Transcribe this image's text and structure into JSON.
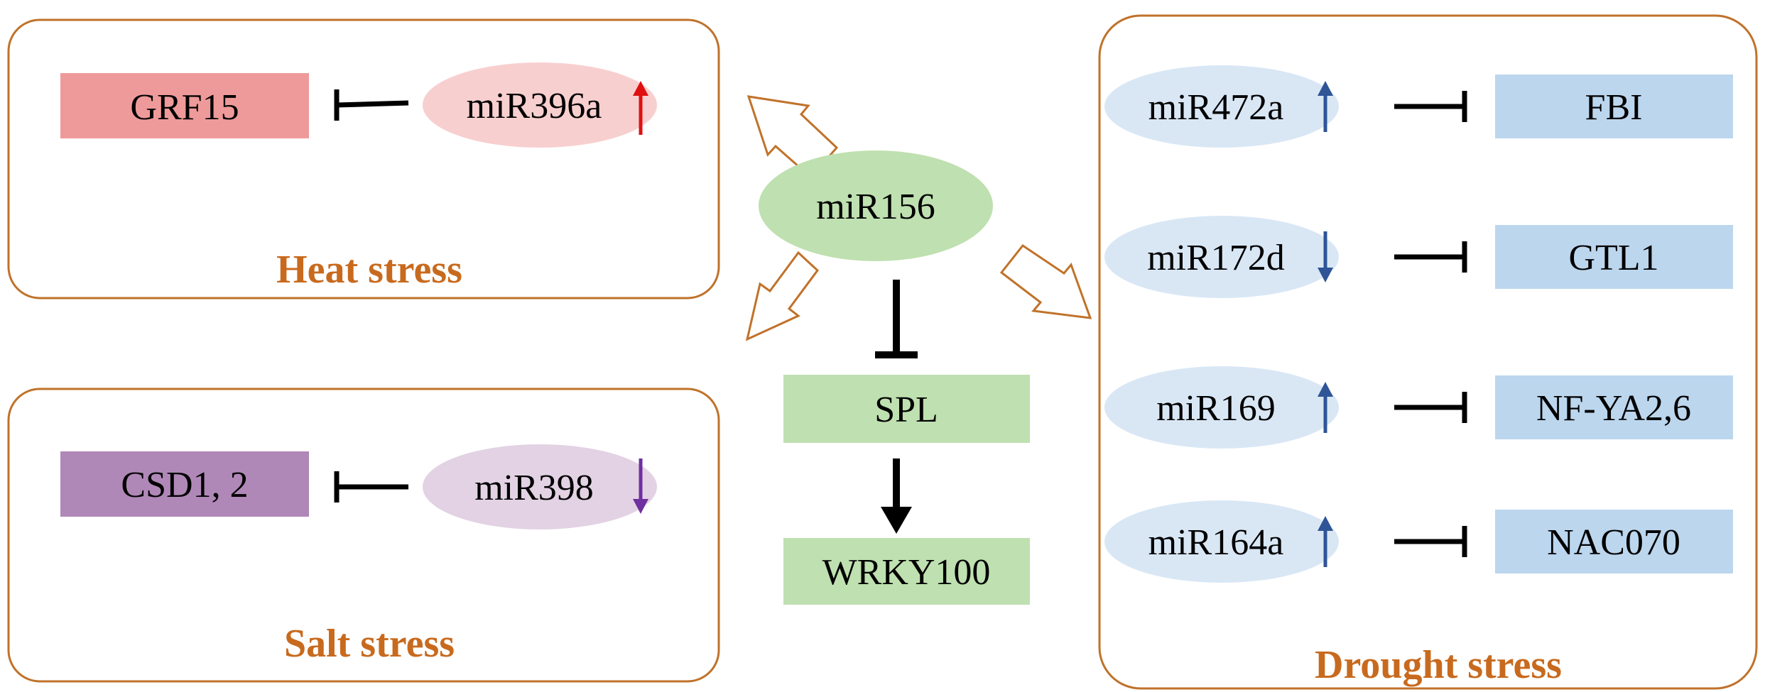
{
  "colors": {
    "panel_border": "#c0722a",
    "title_text": "#c86a1e",
    "heat_target": "#ef9a9a",
    "heat_mirna": "#f8cfcf",
    "salt_target": "#b088b8",
    "salt_mirna": "#e2d2e4",
    "center": "#bfe0b0",
    "drought_target": "#bcd6ee",
    "drought_mirna": "#d9e7f5",
    "arrow_up_red": "#e01010",
    "arrow_down_purple": "#7030a0",
    "arrow_blue": "#2f5597",
    "inhibit": "#000000"
  },
  "center": {
    "mirna": "miR156",
    "target": "SPL",
    "downstream": "WRKY100"
  },
  "heat": {
    "title": "Heat stress",
    "mirna": "miR396a",
    "target": "GRF15",
    "regulation": "up",
    "arrow_icon": "up-arrow-icon"
  },
  "salt": {
    "title": "Salt stress",
    "mirna": "miR398",
    "target": "CSD1, 2",
    "regulation": "down",
    "arrow_icon": "down-arrow-icon"
  },
  "drought": {
    "title": "Drought stress",
    "pairs": [
      {
        "mirna": "miR472a",
        "target": "FBI",
        "regulation": "up"
      },
      {
        "mirna": "miR172d",
        "target": "GTL1",
        "regulation": "down"
      },
      {
        "mirna": "miR169",
        "target": "NF-YA2,6",
        "regulation": "up"
      },
      {
        "mirna": "miR164a",
        "target": "NAC070",
        "regulation": "up"
      }
    ]
  }
}
